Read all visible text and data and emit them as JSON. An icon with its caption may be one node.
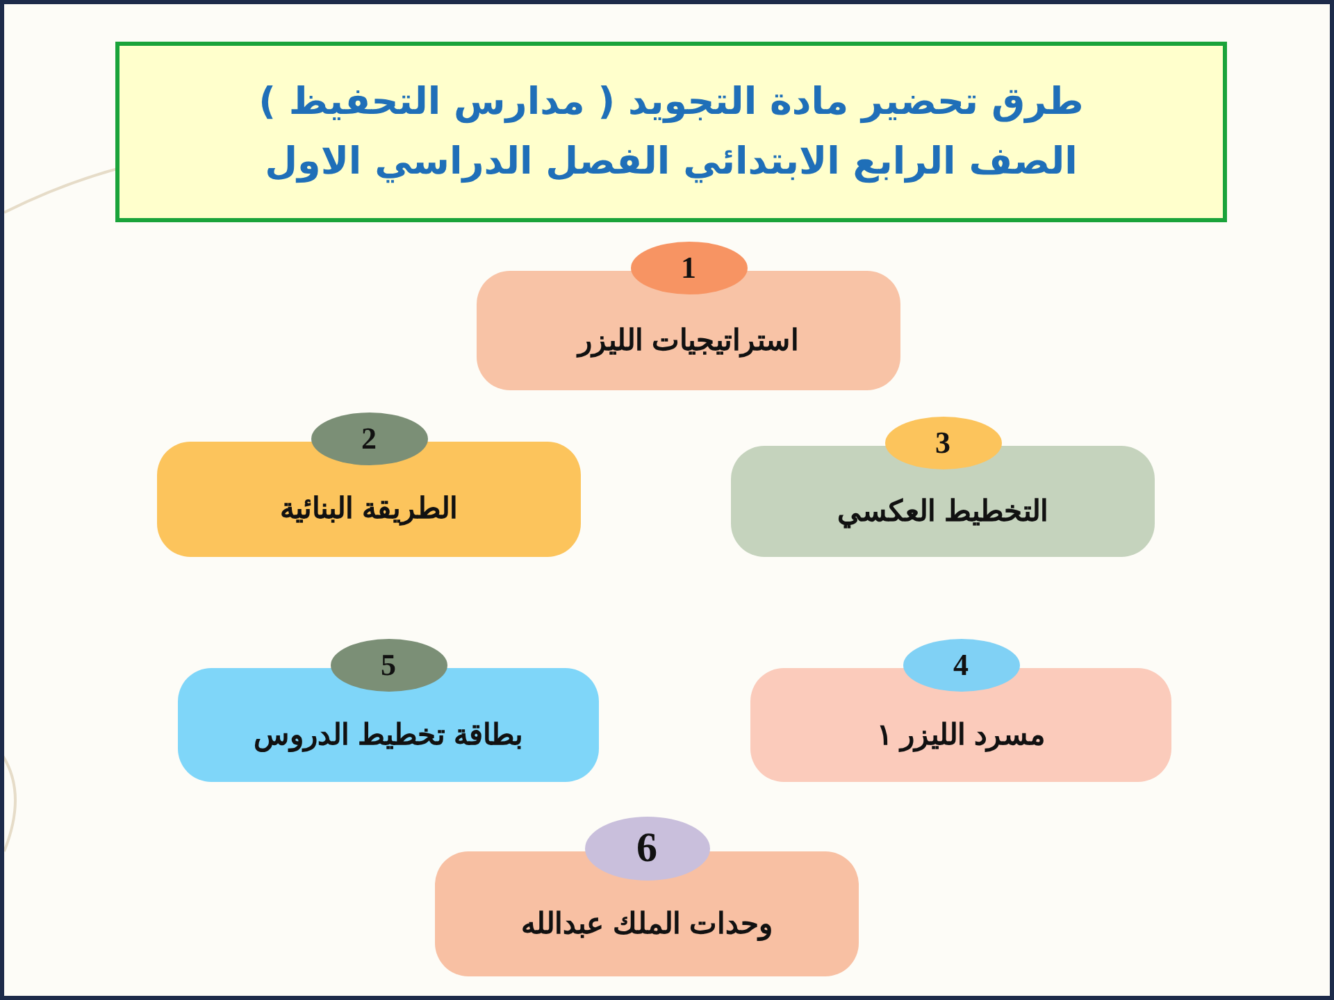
{
  "diagram": {
    "title": "طرق تحضير مادة التجويد ( مدارس التحفيظ ) الصف الرابع الابتدائي الفصل الدراسي الاول",
    "nodes": [
      {
        "text": [
          "1"
        ]
      },
      {
        "text": [
          "استراتيجيات الليزر"
        ]
      },
      {
        "text": [
          "2"
        ]
      },
      {
        "text": [
          "الطريقة البنائية"
        ]
      },
      {
        "text": [
          "3"
        ]
      },
      {
        "text": [
          "التخطيط العكسي"
        ]
      },
      {
        "text": [
          "5"
        ]
      },
      {
        "text": [
          "بطاقة تخطيط الدروس"
        ]
      },
      {
        "text": [
          "4"
        ]
      },
      {
        "text": [
          "مسرد الليزر ١"
        ]
      },
      {
        "text": [
          "6"
        ]
      },
      {
        "text": [
          "وحدات الملك عبدالله"
        ]
      }
    ]
  }
}
